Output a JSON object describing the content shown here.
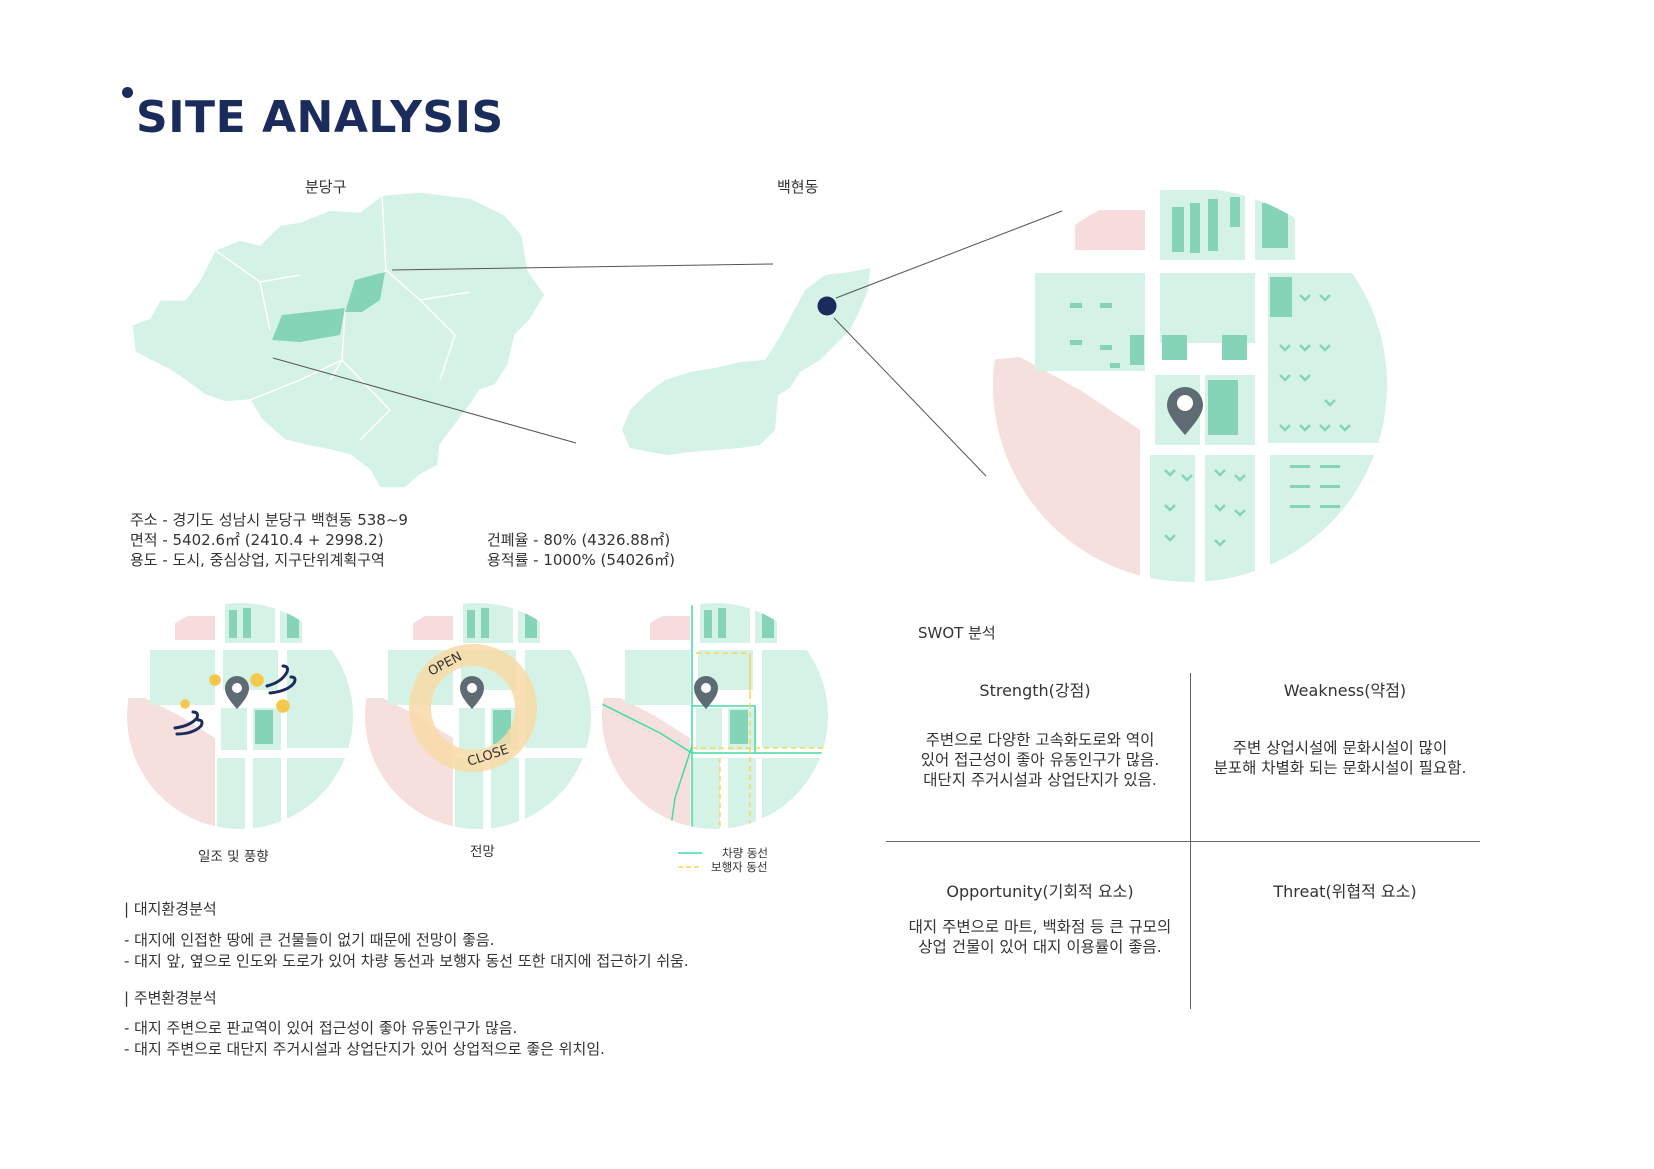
{
  "page": {
    "title": "SITE ANALYSIS"
  },
  "maps": {
    "district_label": "분당구",
    "dong_label": "백현동"
  },
  "site_info": {
    "address": "주소 - 경기도 성남시 분당구 백현동 538~9",
    "area": "면적 - 5402.6㎡ (2410.4 + 2998.2)",
    "zoning": "용도 - 도시, 중심상업, 지구단위계획구역",
    "coverage_ratio": "건폐율 - 80% (4326.88㎡)",
    "floor_area_ratio": "용적률 - 1000% (54026㎡)"
  },
  "diagrams": [
    {
      "caption": "일조 및 풍향"
    },
    {
      "caption": "전망",
      "open_label": "OPEN",
      "close_label": "CLOSE"
    },
    {
      "caption": ""
    }
  ],
  "legend": {
    "vehicle": "차량 동선",
    "pedestrian": "보행자 동선"
  },
  "site_env": {
    "heading": "| 대지환경분석",
    "lines": [
      "- 대지에 인접한 땅에 큰 건물들이 없기 때문에 전망이 좋음.",
      "- 대지 앞, 옆으로 인도와 도로가 있어 차량 동선과 보행자 동선 또한 대지에 접근하기 쉬움."
    ]
  },
  "surround_env": {
    "heading": "| 주변환경분석",
    "lines": [
      "- 대지 주변으로 판교역이 있어 접근성이 좋아 유동인구가 많음.",
      "- 대지 주변으로 대단지 주거시설과 상업단지가 있어 상업적으로 좋은 위치임."
    ]
  },
  "swot": {
    "title": "SWOT 분석",
    "strength": {
      "heading": "Strength(강점)",
      "lines": [
        "주변으로 다양한 고속화도로와 역이",
        "있어 접근성이 좋아 유동인구가 많음.",
        "대단지 주거시설과 상업단지가 있음."
      ]
    },
    "weakness": {
      "heading": "Weakness(약점)",
      "lines": [
        "주변 상업시설에 문화시설이 많이",
        "분포해 차별화 되는 문화시설이 필요함."
      ]
    },
    "opportunity": {
      "heading": "Opportunity(기회적 요소)",
      "lines": [
        "대지 주변으로 마트, 백화점 등 큰 규모의",
        "상업 건물이 있어 대지 이용률이 좋음."
      ]
    },
    "threat": {
      "heading": "Threat(위협적 요소)",
      "lines": []
    }
  },
  "colors": {
    "navy": "#1b2b5c",
    "mint_light": "#d4f3e6",
    "mint": "#8fdcc0",
    "mint_dark": "#7ccfb4",
    "pink": "#f6dcdc",
    "pin": "#5e6b72",
    "vehicle_line": "#45dba3",
    "pedestrian_line": "#f5d65a",
    "view_ring": "#f8d9a6"
  },
  "icons": [
    "map-pin-icon",
    "sun-icon",
    "wind-icon"
  ]
}
